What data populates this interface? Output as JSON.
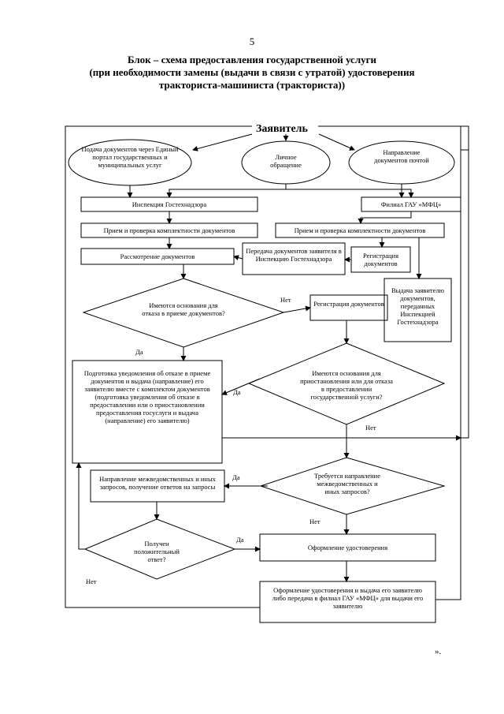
{
  "page_number": "5",
  "title": {
    "line1": "Блок – схема предоставления государственной услуги",
    "line2": "(при необходимости замены (выдачи в связи с утратой) удостоверения",
    "line3": "тракториста-машиниста (тракториста))"
  },
  "nodes": {
    "applicant": "Заявитель",
    "submit_portal": "Подача документов через Единый портал государственных и муниципальных услуг",
    "personal_visit": "Личное обращение",
    "by_mail": "Направление документов почтой",
    "inspection": "Инспекция Гостехнадзора",
    "mfc_branch": "Филиал ГАУ «МФЦ»",
    "accept_check_left": "Прием и проверка комплектности документов",
    "accept_check_right": "Прием и проверка комплектности документов",
    "review_docs": "Рассмотрение документов",
    "transfer_docs": "Передача документов заявителя в Инспекцию Гостехнадзора",
    "register_docs_mfc": "Регистрация документов",
    "issue_to_applicant": "Выдача заявителю документов, переданных Инспекцией Гостехнадзора",
    "refusal_grounds": "Имеются основания для отказа в приеме документов?",
    "register_docs": "Регистрация документов",
    "prepare_notice": "Подготовка уведомления об отказе в приеме документов и выдача (направление) его заявителю вместе с комплектом документов (подготовка уведомления об отказе в предоставлении или о приостановлении предоставления госуслуги и выдача (направление) его заявителю)",
    "suspend_grounds": "Имеются основания для приостановления или для отказа в предоставлении государственной услуги?",
    "interagency_request": "Направление межведомственных и иных запросов, получение ответов на запросы",
    "need_interagency": "Требуется направление межведомственных и иных запросов?",
    "positive_answer": "Получен положительный ответ?",
    "issue_certificate_prep": "Оформление удостоверения",
    "final_step": "Оформление удостоверения и выдача его заявителю либо передача в филиал ГАУ «МФЦ» для выдачи его заявителю"
  },
  "labels": {
    "no_1": "Нет",
    "yes_1": "Да",
    "yes_2": "Да",
    "no_2": "Нет",
    "yes_3": "Да",
    "no_3": "Нет",
    "yes_4": "Да",
    "no_4": "Нет"
  },
  "closing": "».",
  "colors": {
    "ink": "#000000",
    "background": "#ffffff"
  }
}
